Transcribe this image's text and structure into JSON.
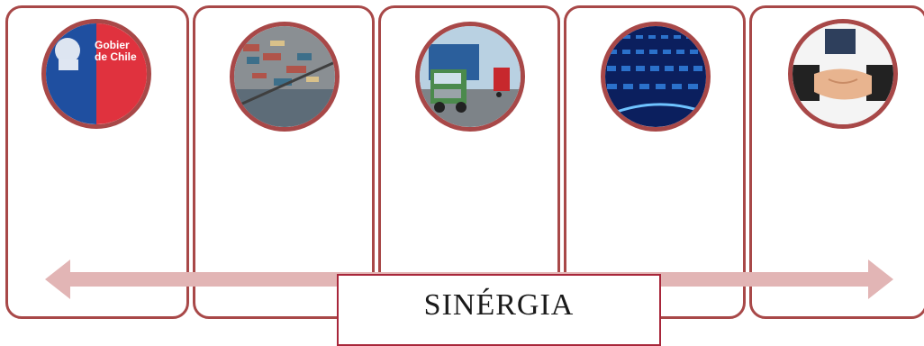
{
  "diagram": {
    "center_label": "SINÉRGIA",
    "cards": [
      {
        "icon": "gobierno-de-chile-logo-icon",
        "logo_text_line1": "Gobier",
        "logo_text_line2": "de Chile"
      },
      {
        "icon": "container-port-icon"
      },
      {
        "icon": "truck-icon"
      },
      {
        "icon": "digital-data-icon"
      },
      {
        "icon": "handshake-icon"
      }
    ],
    "colors": {
      "border": "#a84848",
      "arrow": "#e2b5b5",
      "label_border": "#a8263a"
    }
  }
}
